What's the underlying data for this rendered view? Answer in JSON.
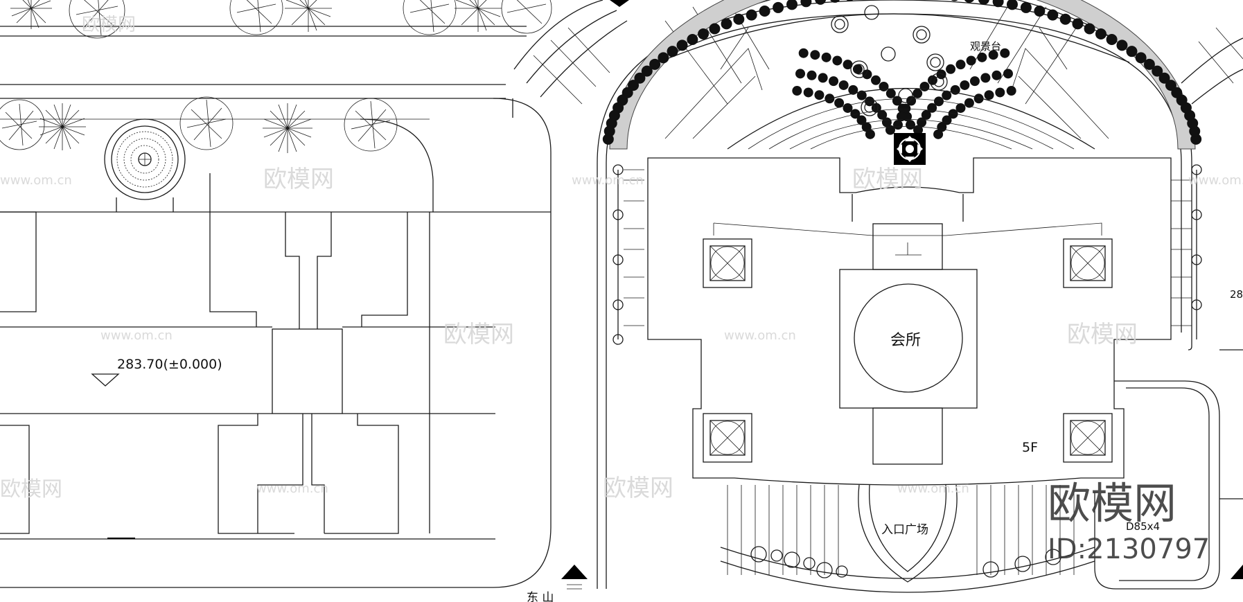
{
  "labels": {
    "elevation": "283.70(±0.000)",
    "clubhouse": "会所",
    "floors": "5F",
    "entrance_plaza": "入口广场",
    "viewing_platform": "观景台",
    "lamp_spec": "D85x4",
    "edge_mark": "28",
    "bottom_text": "东 山"
  },
  "watermark": {
    "brand": "欧模网",
    "url": "www.om.cn",
    "logo_text": "欧模网",
    "id_text": "ID:2130797"
  }
}
